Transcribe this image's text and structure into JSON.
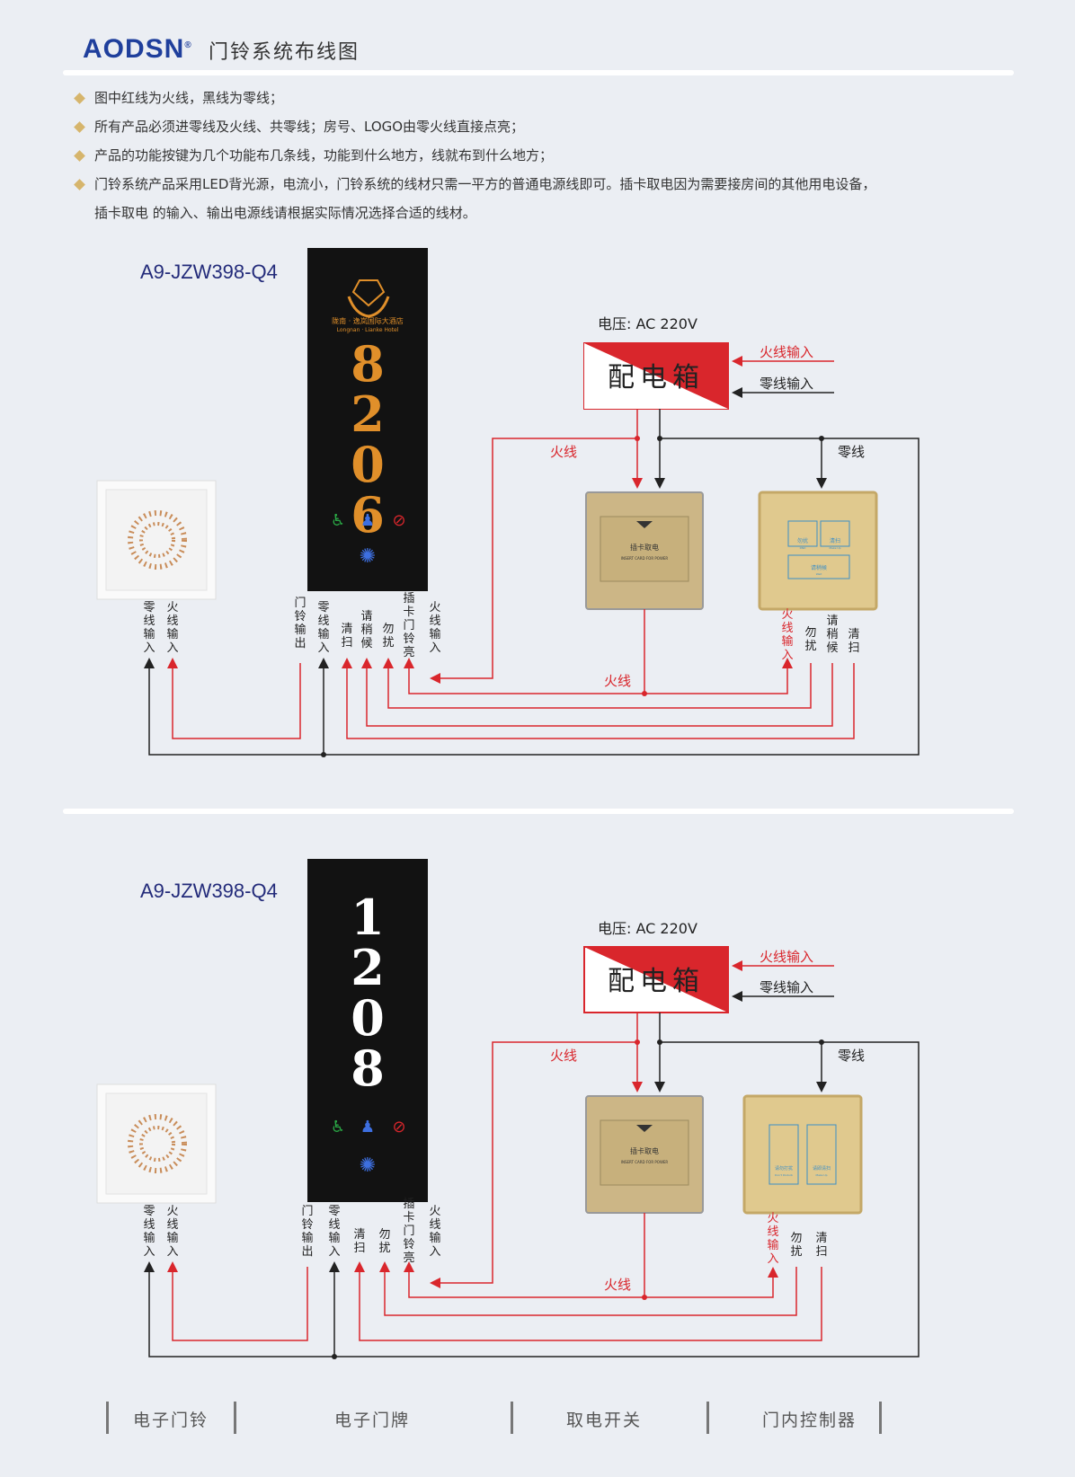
{
  "header": {
    "logo": "AODSN",
    "logo_mark": "®",
    "title": "门铃系统布线图"
  },
  "notes": [
    "图中红线为火线，黑线为零线；",
    "所有产品必须进零线及火线、共零线；房号、LOGO由零火线直接点亮；",
    "产品的功能按键为几个功能布几条线，功能到什么地方，线就布到什么地方；",
    "门铃系统产品采用LED背光源，电流小，门铃系统的线材只需一平方的普通电源线即可。插卡取电因为需要接房间的其他用电设备，",
    "插卡取电   的输入、输出电源线请根据实际情况选择合适的线材。"
  ],
  "diagram1": {
    "model": "A9-JZW398-Q4",
    "room_number": "8206",
    "hotel_name": "陇南 · 逸岚国际大酒店",
    "hotel_name_en": "Longnan · Lianke Hotel",
    "voltage": "电压: AC 220V",
    "distribution_box": "配电箱",
    "live_input": "火线输入",
    "neutral_input": "零线输入",
    "live_wire": "火线",
    "neutral_wire": "零线",
    "card_switch": "插卡取电",
    "card_switch_en": "INSERT CARD FOR POWER",
    "controller_keys": [
      "勿扰",
      "清扫",
      "请稍候"
    ],
    "controller_keys_en": [
      "DND",
      "Make Up",
      "Wait"
    ],
    "bell_labels": [
      "零线输入",
      "火线输入"
    ],
    "doorplate_labels": [
      "门铃输出",
      "零线输入",
      "清扫",
      "请稍候",
      "勿扰",
      "插卡门铃亮",
      "火线输入"
    ],
    "controller_labels": [
      "火线输入",
      "勿扰",
      "请稍候",
      "清扫"
    ]
  },
  "diagram2": {
    "model": "A9-JZW398-Q4",
    "room_number": "1208",
    "voltage": "电压: AC 220V",
    "distribution_box": "配电箱",
    "live_input": "火线输入",
    "neutral_input": "零线输入",
    "live_wire": "火线",
    "neutral_wire": "零线",
    "card_switch": "插卡取电",
    "card_switch_en": "INSERT CARD FOR POWER",
    "controller_keys": [
      "请勿打扰",
      "请即清扫"
    ],
    "controller_keys_en": [
      "Don't Disturb",
      "Make Up"
    ],
    "bell_labels": [
      "零线输入",
      "火线输入"
    ],
    "doorplate_labels": [
      "门铃输出",
      "零线输入",
      "清扫",
      "勿扰",
      "插卡门铃亮",
      "火线输入"
    ],
    "controller_labels": [
      "火线输入",
      "勿扰",
      "清扫"
    ]
  },
  "footer": [
    "电子门铃",
    "电子门牌",
    "取电开关",
    "门内控制器"
  ],
  "colors": {
    "live": "#d9262c",
    "neutral": "#222222",
    "gold": "#c8b27a",
    "brand": "#1f3f9c",
    "bullet": "#d6b56c"
  }
}
